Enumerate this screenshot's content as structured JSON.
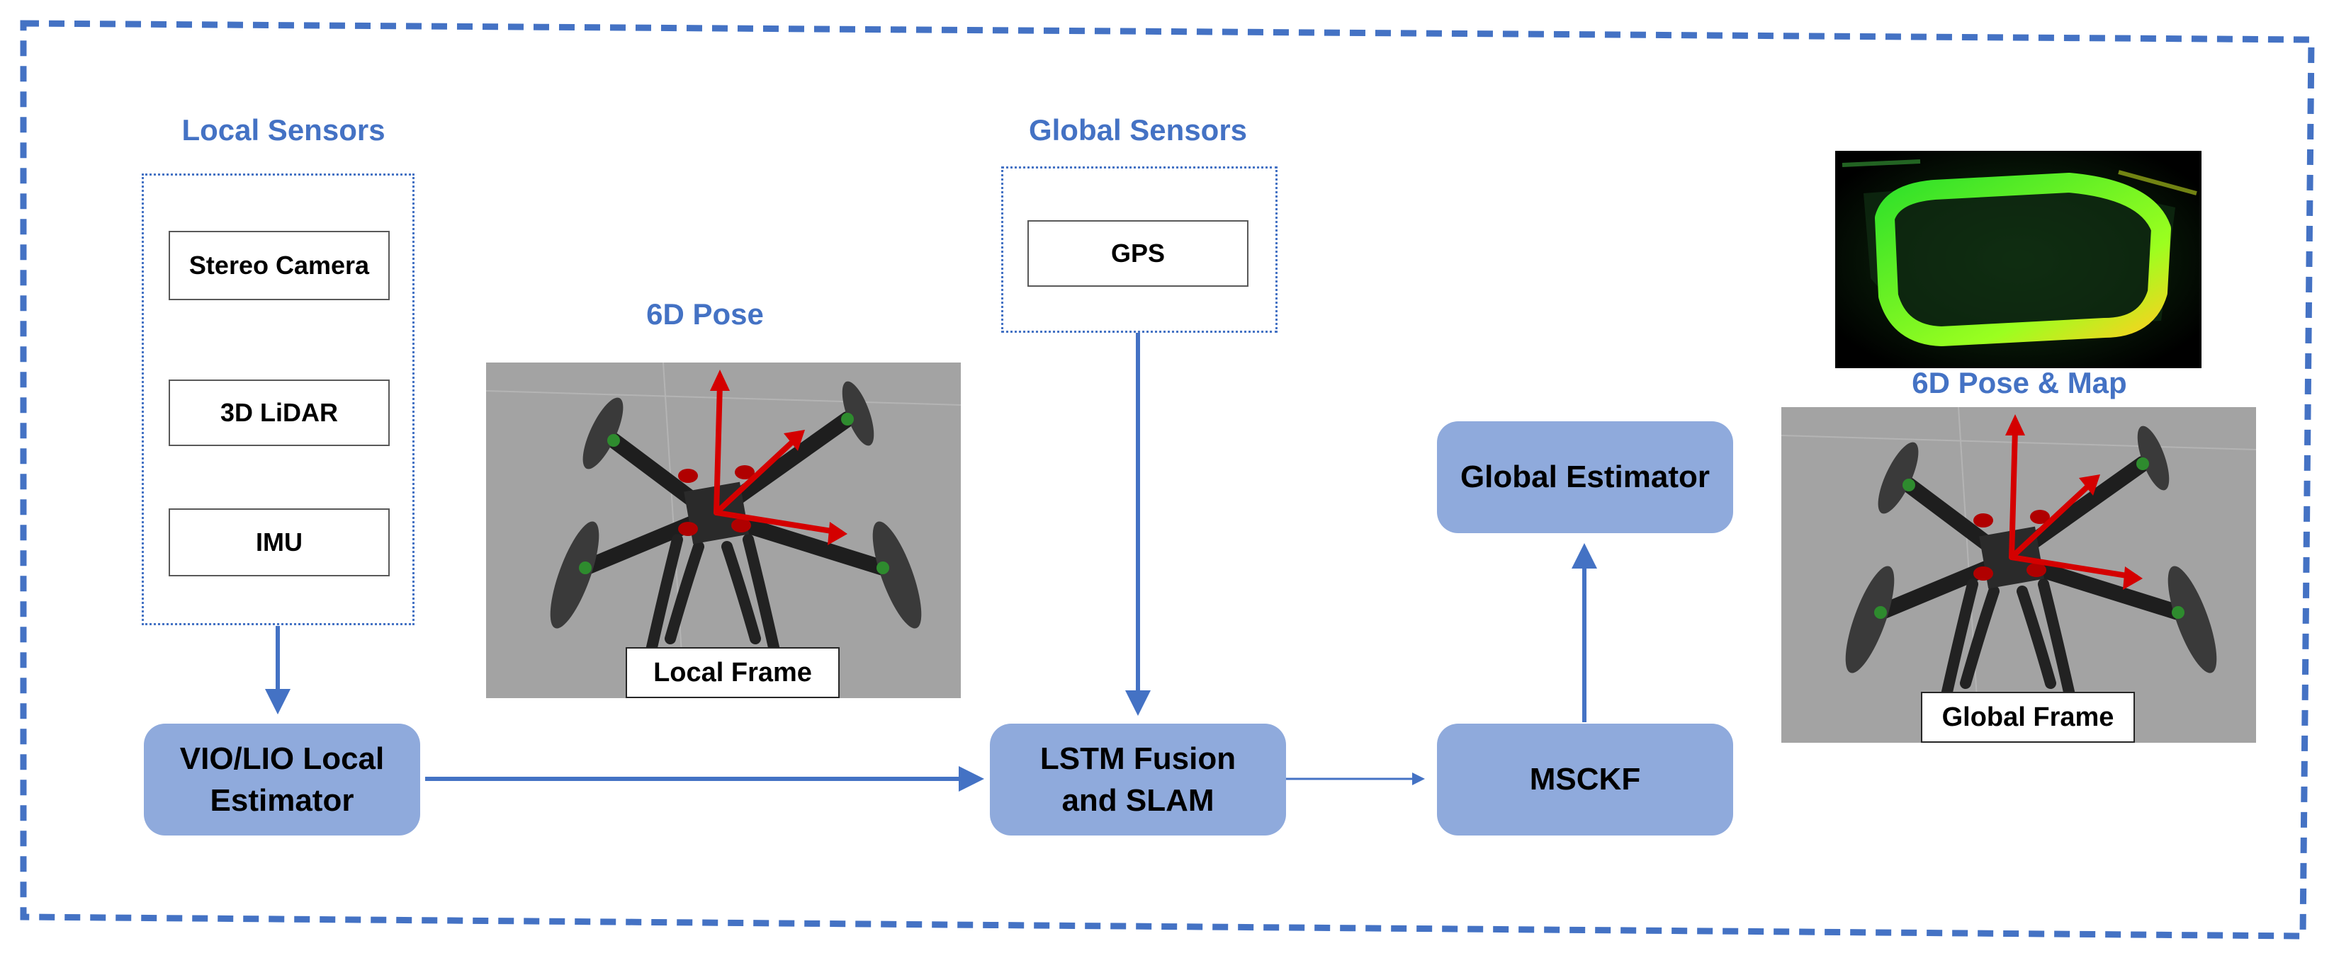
{
  "groups": {
    "local_sensors": {
      "title": "Local Sensors",
      "items": [
        "Stereo Camera",
        "3D LiDAR",
        "IMU"
      ]
    },
    "global_sensors": {
      "title": "Global Sensors",
      "items": [
        "GPS"
      ]
    }
  },
  "pose_labels": {
    "local": "6D Pose",
    "global": "6D Pose & Map"
  },
  "frame_labels": {
    "local": "Local Frame",
    "global": "Global Frame"
  },
  "nodes": {
    "vio_lio": {
      "line1": "VIO/LIO Local",
      "line2": "Estimator"
    },
    "lstm": {
      "line1": "LSTM Fusion",
      "line2": "and SLAM"
    },
    "msckf": {
      "label": "MSCKF"
    },
    "global_estimator": {
      "label": "Global Estimator"
    }
  },
  "colors": {
    "accent": "#4472c4",
    "node_fill": "#8faadc",
    "axis_red": "#d40000",
    "scene_gray": "#a3a3a3",
    "map_green": "#37e52a"
  },
  "edges": [
    {
      "from": "Local Sensors",
      "to": "VIO/LIO Local Estimator"
    },
    {
      "from": "VIO/LIO Local Estimator",
      "to": "LSTM Fusion and SLAM"
    },
    {
      "from": "Global Sensors",
      "to": "LSTM Fusion and SLAM"
    },
    {
      "from": "LSTM Fusion and SLAM",
      "to": "MSCKF"
    },
    {
      "from": "MSCKF",
      "to": "Global Estimator"
    }
  ]
}
